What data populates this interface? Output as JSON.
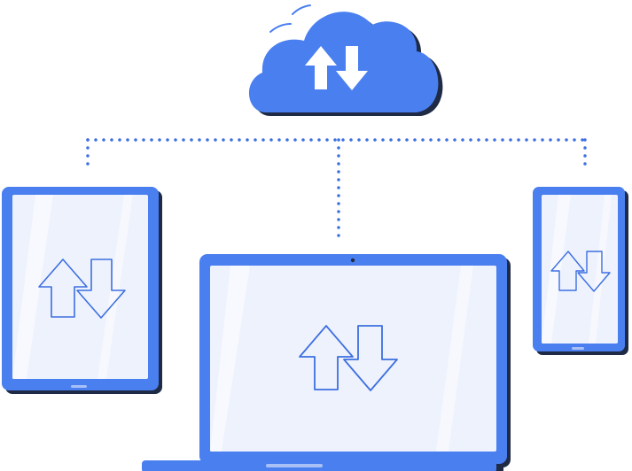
{
  "illustration": {
    "cloud": {
      "icon": "upload-download-arrows-icon"
    },
    "devices": [
      {
        "type": "tablet",
        "icon": "upload-download-arrows-icon"
      },
      {
        "type": "laptop",
        "icon": "upload-download-arrows-icon"
      },
      {
        "type": "phone",
        "icon": "upload-download-arrows-icon"
      }
    ],
    "connectors": {
      "style": "dotted"
    }
  },
  "colors": {
    "primary_blue": "#4a7ff0",
    "dark_outline": "#1f2a44",
    "screen_fill": "#eef2fd",
    "arrow_stroke": "#3d6fe0",
    "dots": "#3d6fe0"
  }
}
